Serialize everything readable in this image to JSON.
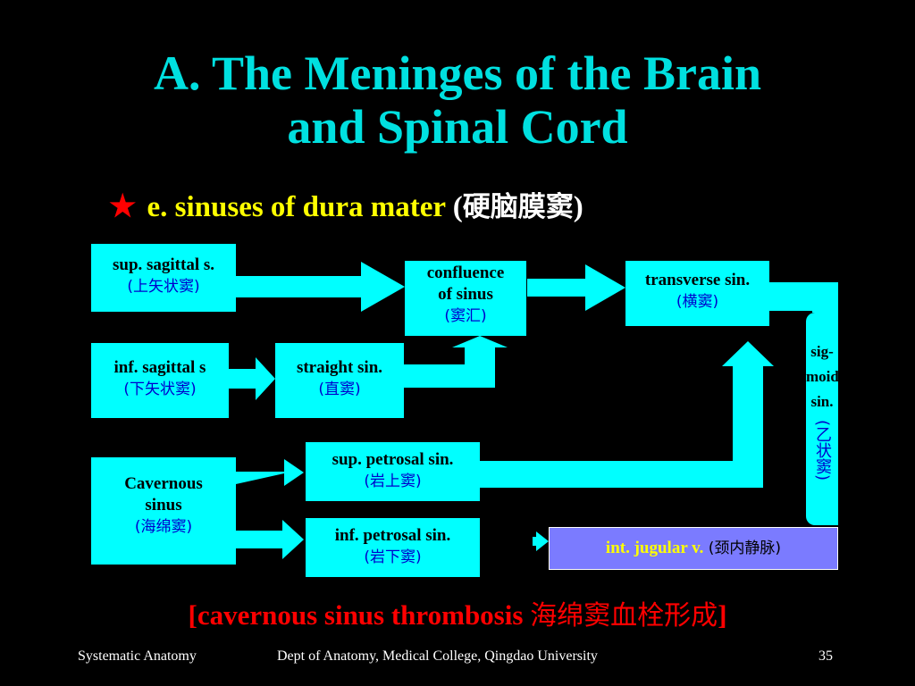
{
  "title": {
    "line1": "A. The Meninges of the Brain",
    "line2": "and Spinal Cord"
  },
  "subtitle": {
    "star": "★",
    "text": "e. sinuses of dura mater",
    "paren_open": "(",
    "cn": "硬脑膜窦",
    "paren_close": ")"
  },
  "boxes": {
    "sup_sagittal": {
      "en": "sup. sagittal s.",
      "cn": "(上矢状窦)"
    },
    "inf_sagittal": {
      "en": "inf. sagittal s",
      "cn": "(下矢状窦)"
    },
    "confluence": {
      "en1": "confluence",
      "en2": "of sinus",
      "cn": "(窦汇)"
    },
    "straight": {
      "en": "straight sin.",
      "cn": "(直窦)"
    },
    "transverse": {
      "en": "transverse sin.",
      "cn": "(横窦)"
    },
    "sigmoid": {
      "en1": "sig-",
      "en2": "moid",
      "en3": "sin.",
      "cn": "(乙状窦)"
    },
    "cavernous": {
      "en1": "Cavernous",
      "en2": "sinus",
      "cn": "(海绵窦)"
    },
    "sup_petrosal": {
      "en": "sup. petrosal sin.",
      "cn": "(岩上窦)"
    },
    "inf_petrosal": {
      "en": "inf. petrosal sin.",
      "cn": "(岩下窦)"
    },
    "jugular": {
      "en": "int. jugular v.",
      "cn": " (颈内静脉)"
    }
  },
  "note": {
    "open": "[",
    "en": "cavernous sinus thrombosis ",
    "cn": "海绵窦血栓形成",
    "close": "]"
  },
  "footer": {
    "left": "Systematic Anatomy",
    "center": "Dept of Anatomy, Medical College, Qingdao University",
    "page": "35"
  },
  "colors": {
    "background": "#000000",
    "title": "#00e0e0",
    "box": "#00ffff",
    "box_cn": "#0000cc",
    "subtitle": "#ffff00",
    "note": "#ff0000",
    "jugular_box": "#7b7bff"
  }
}
